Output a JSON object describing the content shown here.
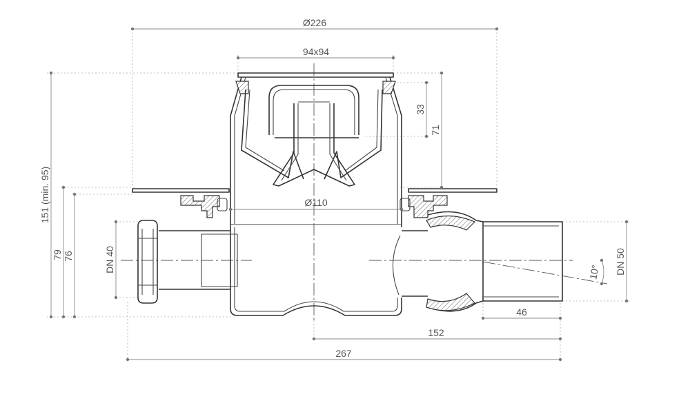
{
  "dimensions": {
    "d226": "Ø226",
    "s94": "94x94",
    "d110": "Ø110",
    "h33": "33",
    "h71": "71",
    "h151": "151 (min. 95)",
    "h79": "79",
    "h76": "76",
    "dn40": "DN 40",
    "dn50": "DN 50",
    "angle10": "10°",
    "w46": "46",
    "w152": "152",
    "w267": "267"
  },
  "colors": {
    "line": "#333333",
    "dimension": "#888888",
    "background": "#ffffff"
  }
}
